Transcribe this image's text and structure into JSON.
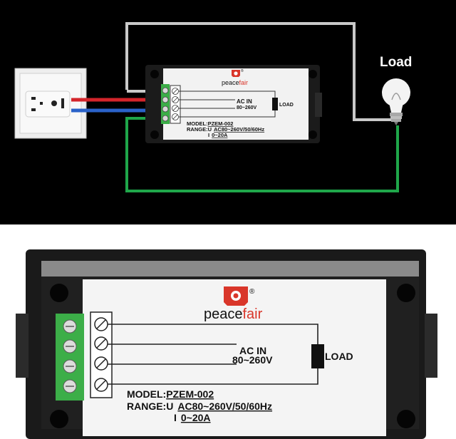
{
  "scene": {
    "top_label": "Load",
    "brand": {
      "name_part1": "peace",
      "name_part2": "fair",
      "registered": "®"
    },
    "panel_small": {
      "ac_in_line1": "AC IN",
      "ac_in_line2": "80~260V",
      "load": "LOAD",
      "model_label": "MODEL:",
      "model_value": "PZEM-002",
      "range_label": "RANGE:U",
      "range_u_value": "AC80~260V/50/60Hz",
      "range_i_label": "I",
      "range_i_value": "0~20A"
    },
    "panel_large": {
      "ac_in_line1": "AC IN",
      "ac_in_line2": "80~260V",
      "load": "LOAD",
      "model_label": "MODEL:",
      "model_value": "PZEM-002",
      "range_label": "RANGE:U",
      "range_u_value": "AC80~260V/50/60Hz",
      "range_i_label": "I",
      "range_i_value": "0~20A"
    },
    "colors": {
      "background_top": "#000000",
      "wire_gray": "#c9c9c9",
      "wire_green": "#1fa64a",
      "wire_red": "#d4252b",
      "wire_blue": "#2a62c9",
      "terminal_green": "#3cae48",
      "brand_red": "#d9362a",
      "case_dark": "#1b1b1b"
    }
  }
}
